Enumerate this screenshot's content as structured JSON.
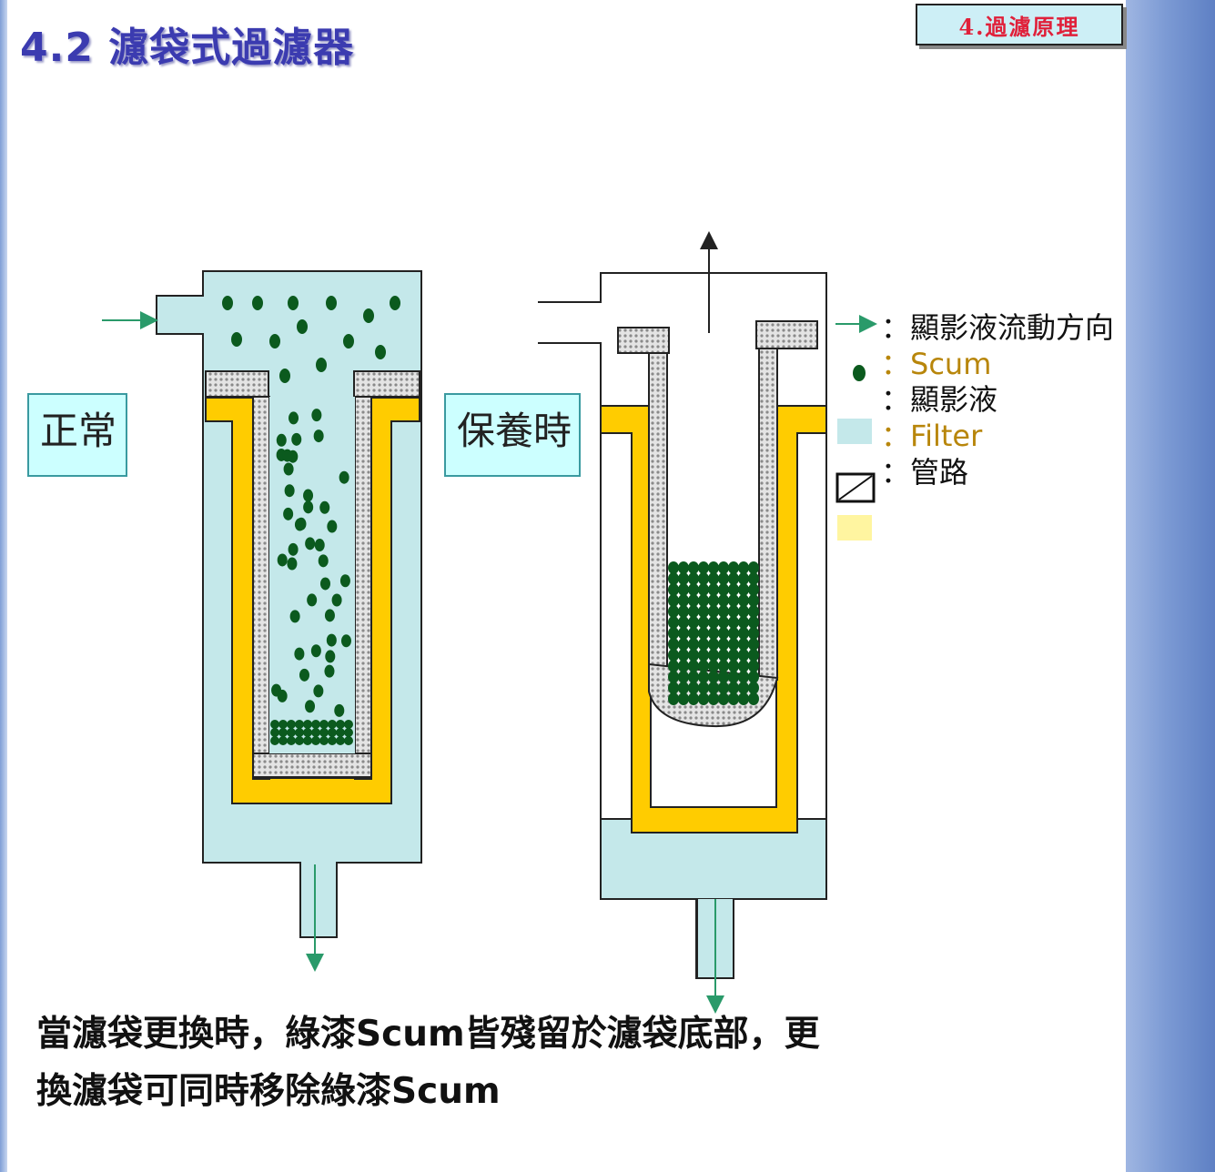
{
  "title": "4.2 濾袋式過濾器",
  "section_tag": "4.過濾原理",
  "states": {
    "normal": "正常",
    "maintenance": "保養時"
  },
  "legend": {
    "flow": "：顯影液流動方向",
    "scum": "：Scum",
    "developer": "：顯影液",
    "filter": "：Filter",
    "pipe": "：管路"
  },
  "caption": {
    "line1": "當濾袋更換時，綠漆Scum皆殘留於濾袋底部，更",
    "line2": "換濾袋可同時移除綠漆Scum"
  },
  "colors": {
    "liquid": "#c4e8ea",
    "filter": "#ffcc00",
    "scum": "#0b5a1e",
    "flow_arrow": "#2a9a6a",
    "title": "#3b3bb0",
    "tag_text": "#e0203a"
  }
}
